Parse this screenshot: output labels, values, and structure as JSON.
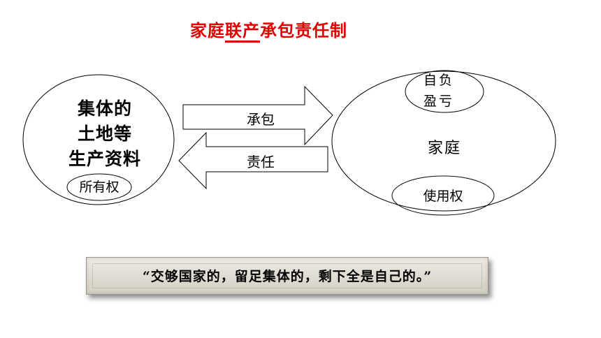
{
  "title": {
    "part1": "家庭",
    "part2": "联产",
    "part3": "承包责任制",
    "color": "#e00000"
  },
  "left_node": {
    "lines": [
      "集体的",
      "土地等",
      "生产资料"
    ],
    "sub_label": "所有权"
  },
  "arrows": {
    "top_label": "承包",
    "bottom_label": "责任"
  },
  "right_node": {
    "top_sub_label": [
      "自负",
      "盈亏"
    ],
    "main_label": "家庭",
    "bottom_sub_label": "使用权"
  },
  "quote": "“交够国家的，留足集体的，剩下全是自己的。”"
}
